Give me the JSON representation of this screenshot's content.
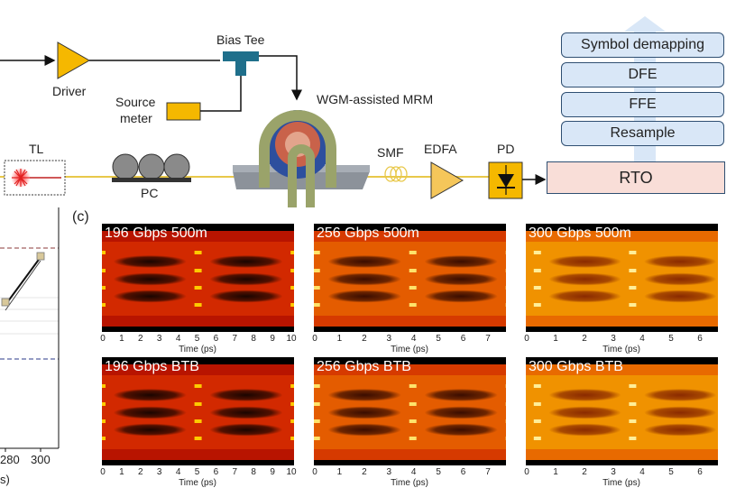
{
  "setup": {
    "driver": "Driver",
    "bias_tee": "Bias Tee",
    "source_meter_line1": "Source",
    "source_meter_line2": "meter",
    "mrm": "WGM-assisted MRM",
    "tl": "TL",
    "pc": "PC",
    "smf": "SMF",
    "edfa": "EDFA",
    "pd": "PD",
    "rto": "RTO",
    "dsp": [
      "Symbol  demapping",
      "DFE",
      "FFE",
      "Resample"
    ]
  },
  "colors": {
    "driver": "#f5b800",
    "bias_tee": "#1f6f8b",
    "source_meter": "#f5b800",
    "mrm_ring": "#9aa36a",
    "fiber": "#e8c84a",
    "dsp_fill": "#d9e7f7",
    "rto_fill": "#f9ded8",
    "arrow_up": "#d9e7f7"
  },
  "panel_c": {
    "label": "(c)",
    "xlabel": "Time (ps)",
    "eyes": [
      {
        "title": "196 Gbps 500m",
        "ticks": [
          "0",
          "1",
          "2",
          "3",
          "4",
          "5",
          "6",
          "7",
          "8",
          "9",
          "10"
        ],
        "rate": 196,
        "hue": "red"
      },
      {
        "title": "256 Gbps 500m",
        "ticks": [
          "0",
          "1",
          "2",
          "3",
          "4",
          "5",
          "6",
          "7"
        ],
        "rate": 256,
        "hue": "orange"
      },
      {
        "title": "300 Gbps 500m",
        "ticks": [
          "0",
          "1",
          "2",
          "3",
          "4",
          "5",
          "6"
        ],
        "rate": 300,
        "hue": "yellow"
      },
      {
        "title": "196 Gbps BTB",
        "ticks": [
          "0",
          "1",
          "2",
          "3",
          "4",
          "5",
          "6",
          "7",
          "8",
          "9",
          "10"
        ],
        "rate": 196,
        "hue": "red"
      },
      {
        "title": "256 Gbps BTB",
        "ticks": [
          "0",
          "1",
          "2",
          "3",
          "4",
          "5",
          "6",
          "7"
        ],
        "rate": 256,
        "hue": "orange"
      },
      {
        "title": "300 Gbps BTB",
        "ticks": [
          "0",
          "1",
          "2",
          "3",
          "4",
          "5",
          "6"
        ],
        "rate": 300,
        "hue": "yellow"
      }
    ]
  },
  "partial_left_plot": {
    "ticks": [
      "280",
      "300"
    ],
    "axis_fragment": "s)"
  }
}
